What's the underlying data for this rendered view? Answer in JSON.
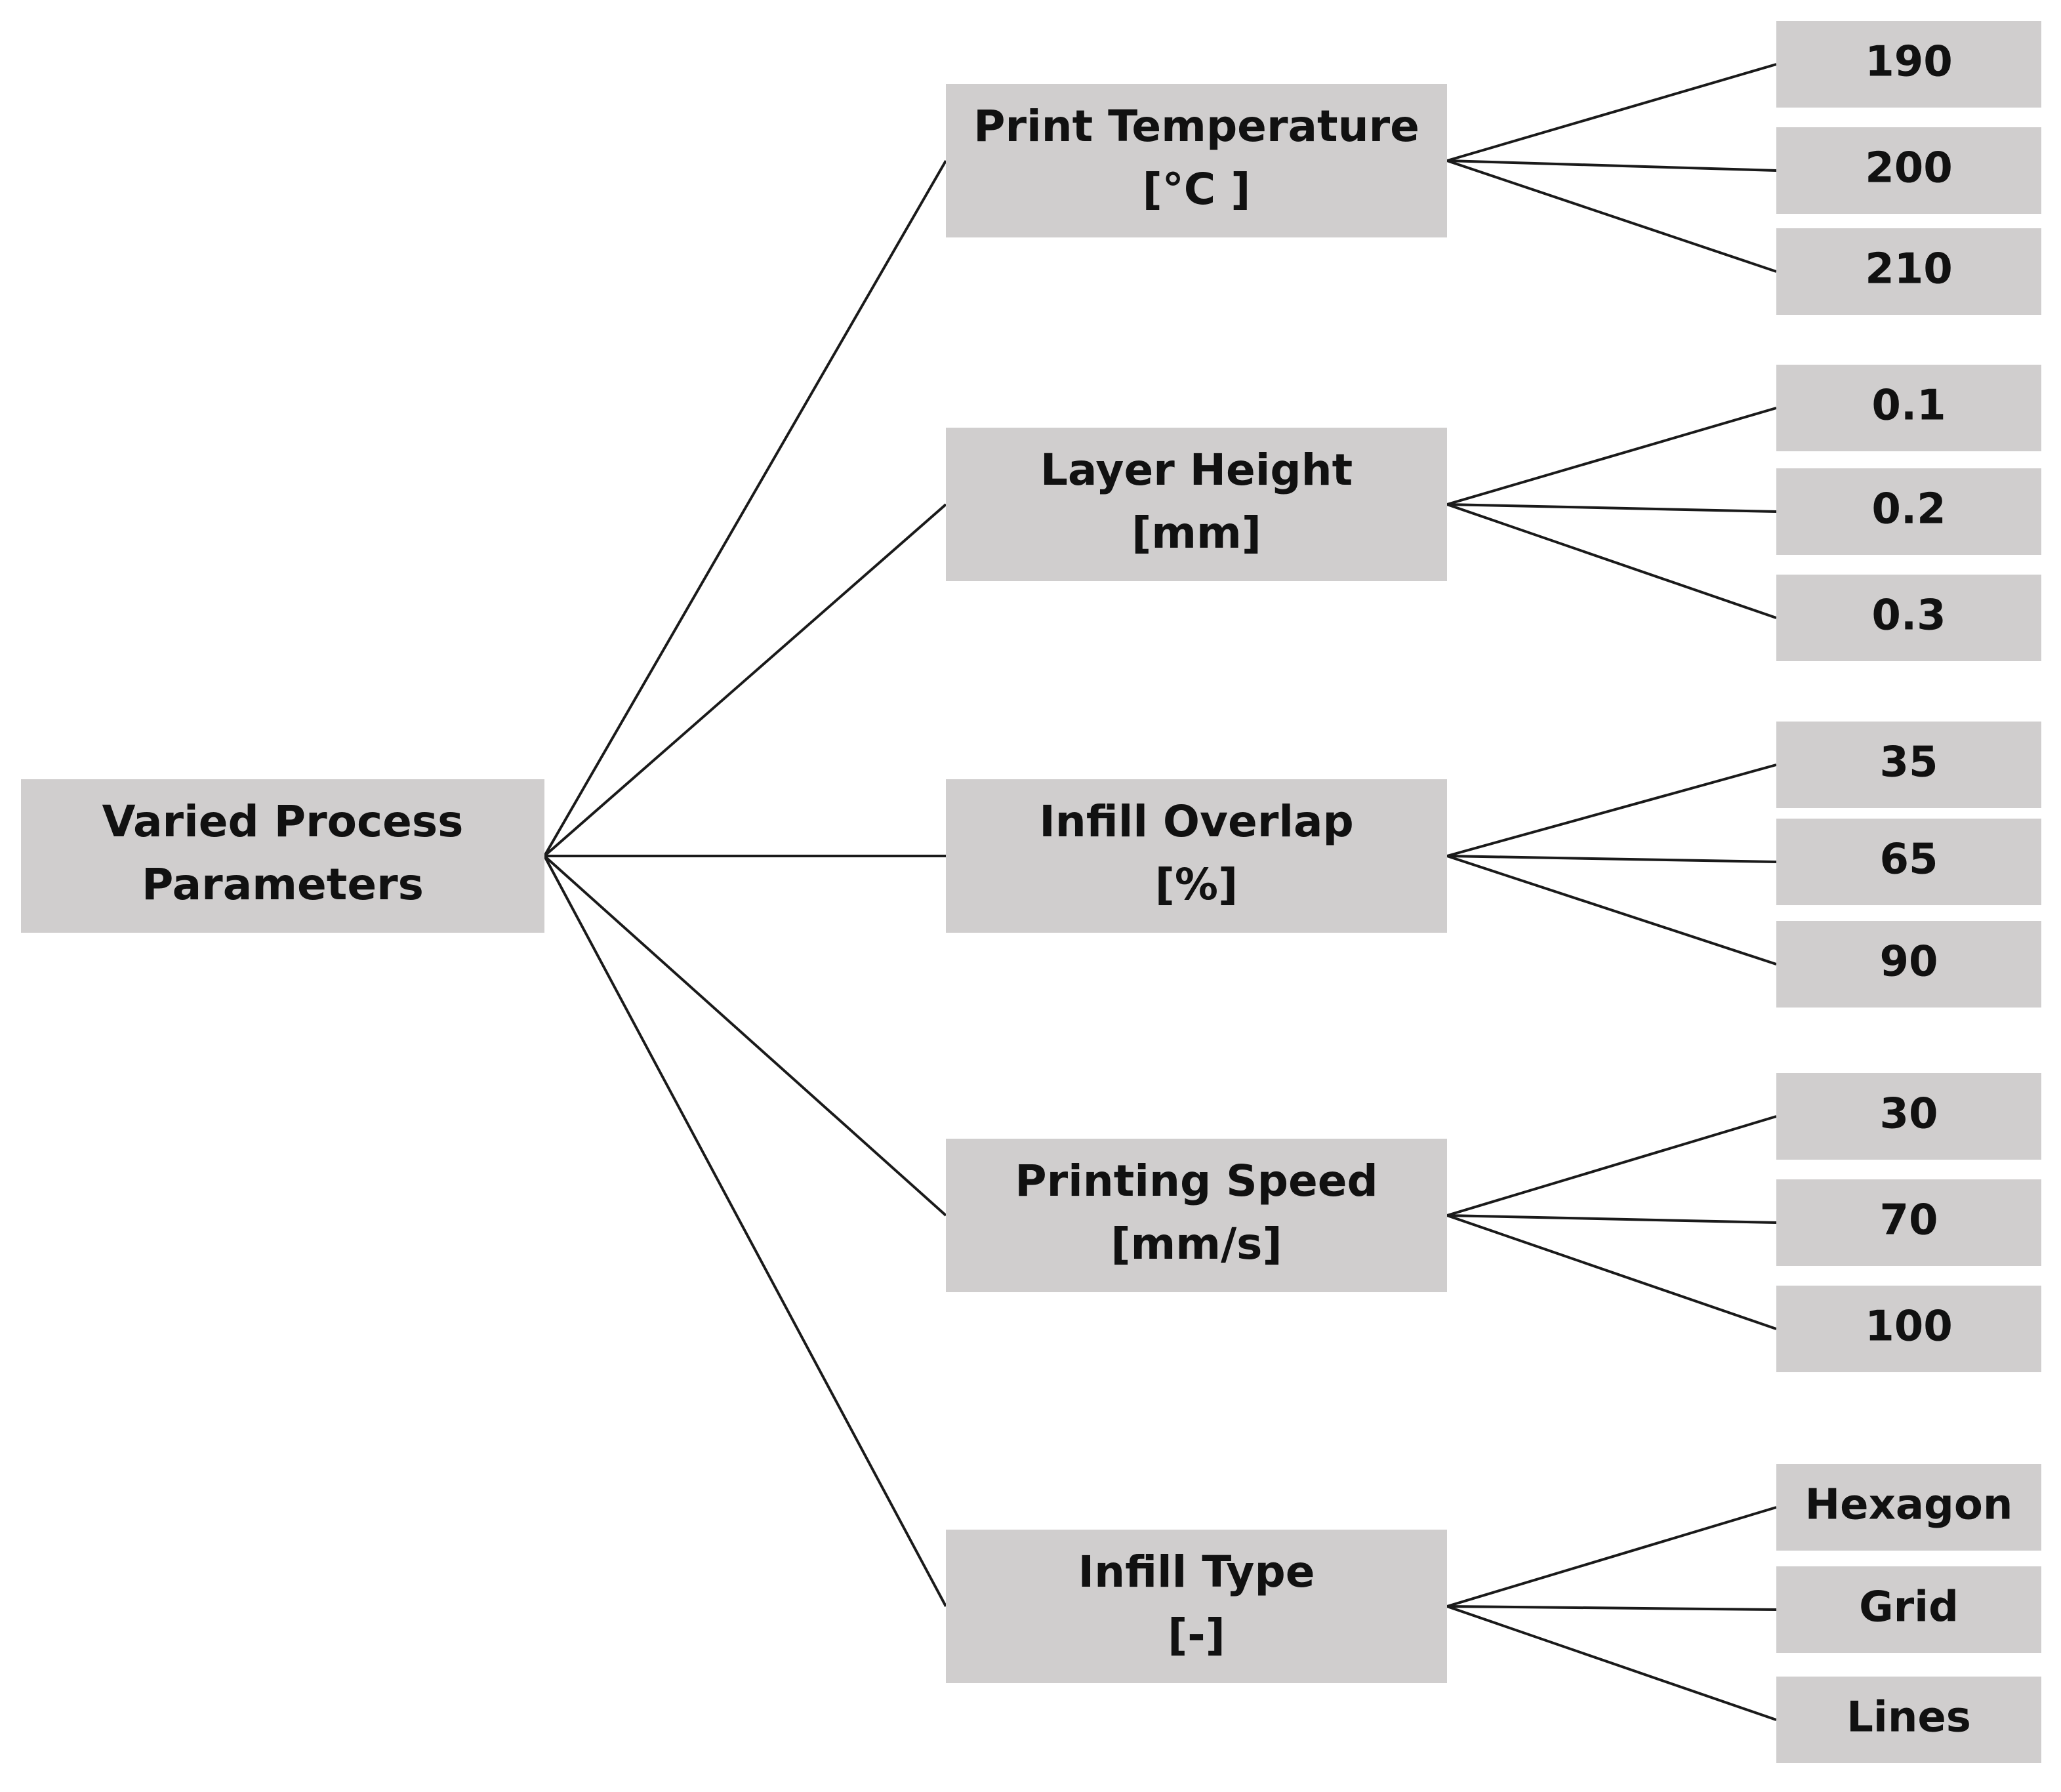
{
  "root": {
    "lines": [
      "Varied Process",
      "Parameters"
    ]
  },
  "parameters": [
    {
      "name": "Print Temperature",
      "unit": "[°C ]",
      "levels": [
        "190",
        "200",
        "210"
      ]
    },
    {
      "name": "Layer Height",
      "unit": "[mm]",
      "levels": [
        "0.1",
        "0.2",
        "0.3"
      ]
    },
    {
      "name": "Infill Overlap",
      "unit": "[%]",
      "levels": [
        "35",
        "65",
        "90"
      ]
    },
    {
      "name": "Printing Speed",
      "unit": "[mm/s]",
      "levels": [
        "30",
        "70",
        "100"
      ]
    },
    {
      "name": "Infill Type",
      "unit": "[-]",
      "levels": [
        "Hexagon",
        "Grid",
        "Lines"
      ]
    }
  ],
  "colors": {
    "box_fill": "#d0cece",
    "line": "#1a1a1a",
    "text": "#111111"
  }
}
